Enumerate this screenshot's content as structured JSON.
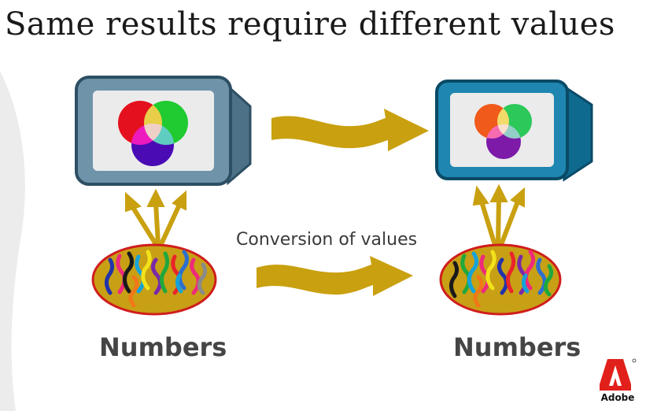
{
  "slide": {
    "title": "Same results require different values",
    "caption": "Conversion of values",
    "left_label": "Numbers",
    "right_label": "Numbers",
    "brand_name": "Adobe"
  },
  "colors": {
    "left_monitor": "#6f94aa",
    "left_monitor_dark": "#4d7288",
    "right_monitor": "#1e86b0",
    "right_monitor_dark": "#0f6a8f",
    "arrow": "#c9a00f",
    "blob_fill": "#c8a015",
    "blob_border": "#d01d1d",
    "brand_red": "#e1201b"
  },
  "icons": [
    "monitor-icon",
    "rgb-circles-icon",
    "data-blob-icon",
    "arrow-icon",
    "adobe-logo-icon"
  ]
}
